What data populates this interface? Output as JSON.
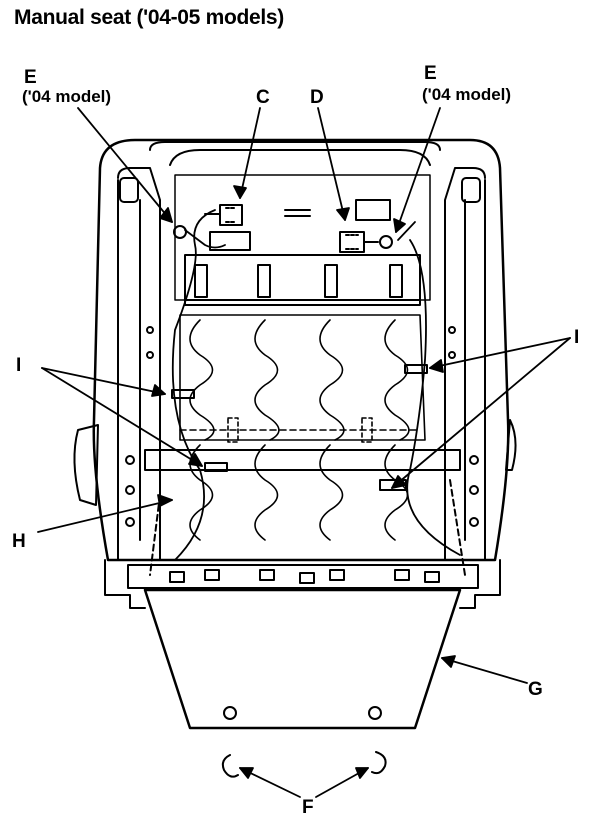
{
  "title": "Manual seat ('04-05 models)",
  "labels": {
    "e_left": "E",
    "e_left_note": "('04 model)",
    "c": "C",
    "d": "D",
    "e_right": "E",
    "e_right_note": "('04 model)",
    "i_left": "I",
    "i_right": "I",
    "h": "H",
    "g": "G",
    "f": "F"
  },
  "colors": {
    "ink": "#000000",
    "paper": "#ffffff"
  }
}
